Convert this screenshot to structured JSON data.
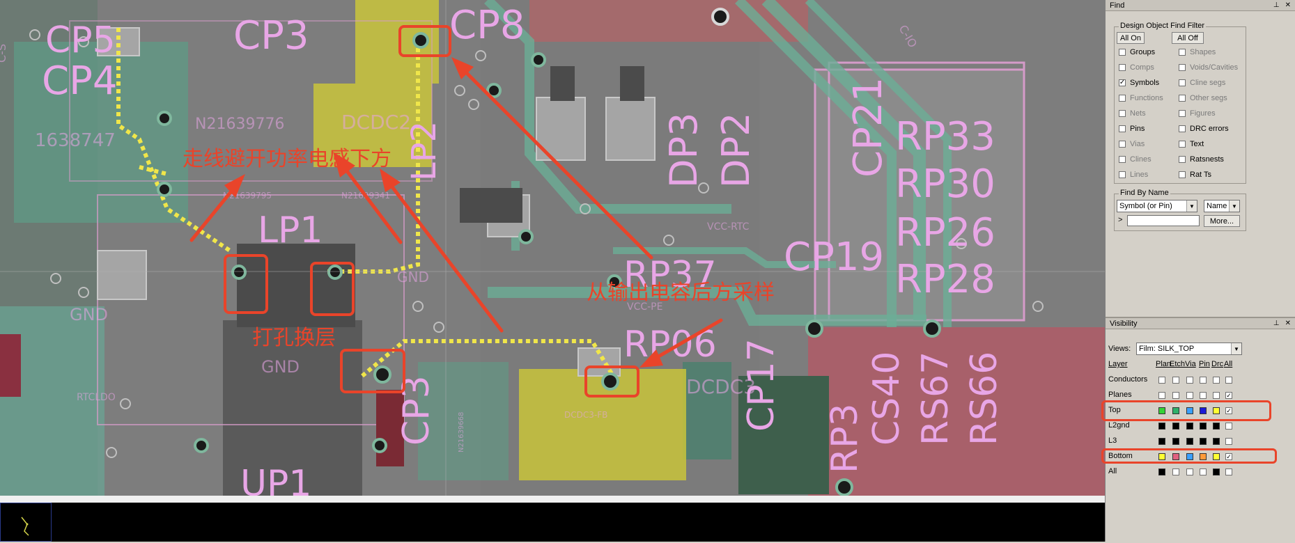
{
  "board": {
    "silkscreen": {
      "cp8": "CP8",
      "cp5": "CP5",
      "cp3": "CP3",
      "cp4": "CP4",
      "dp3": "DP3",
      "dp2": "DP2",
      "cp21": "CP21",
      "rp33": "RP33",
      "rp30": "RP30",
      "rp26": "RP26",
      "rp28": "RP28",
      "cp19": "CP19",
      "rp37": "RP37",
      "rp06": "RP06",
      "cp17": "CP17",
      "cs40": "CS40",
      "rs67": "RS67",
      "rs66": "RS66",
      "rp3": "RP3",
      "lp1": "LP1",
      "up1": "UP1",
      "cp3b": "CP3",
      "lp2": "LP2",
      "dcdc2": "DCDC2",
      "dcdc3": "DCDC3",
      "gnd": "GND",
      "gnd2": "GND",
      "gnd3": "GND",
      "n16": "1638747",
      "n21": "N21639776",
      "n21b": "N21639795",
      "n21c": "N21639341",
      "vccrtc": "VCC-RTC",
      "vccpe": "VCC-PE",
      "rtcldo": "RTCLDO",
      "cs": "C-S",
      "ci0": "C-IO",
      "n21d": "N21639668",
      "dcdcfb": "DCDC3-FB"
    },
    "annotations": {
      "avoid_inductor": "走线避开功率电感下方",
      "via_layer_change": "打孔换层",
      "sample_after_cap": "从输出电容后方采样"
    },
    "colors": {
      "annotation": "#e9442a",
      "silkscreen": "#e8a6e6",
      "copper_top": "#7fb79d",
      "copper_bottom": "#c46a7a",
      "plane_yellow": "#c9c43b"
    }
  },
  "find_panel": {
    "title": "Find",
    "filter_title": "Design Object Find Filter",
    "all_on": "All On",
    "all_off": "All Off",
    "left_items": [
      {
        "label": "Groups",
        "checked": false,
        "enabled": true
      },
      {
        "label": "Comps",
        "checked": false,
        "enabled": false
      },
      {
        "label": "Symbols",
        "checked": true,
        "enabled": true
      },
      {
        "label": "Functions",
        "checked": false,
        "enabled": false
      },
      {
        "label": "Nets",
        "checked": false,
        "enabled": false
      },
      {
        "label": "Pins",
        "checked": false,
        "enabled": true
      },
      {
        "label": "Vias",
        "checked": false,
        "enabled": false
      },
      {
        "label": "Clines",
        "checked": false,
        "enabled": false
      },
      {
        "label": "Lines",
        "checked": false,
        "enabled": false
      }
    ],
    "right_items": [
      {
        "label": "Shapes",
        "checked": false,
        "enabled": false
      },
      {
        "label": "Voids/Cavities",
        "checked": false,
        "enabled": false
      },
      {
        "label": "Cline segs",
        "checked": false,
        "enabled": false
      },
      {
        "label": "Other segs",
        "checked": false,
        "enabled": false
      },
      {
        "label": "Figures",
        "checked": false,
        "enabled": false
      },
      {
        "label": "DRC errors",
        "checked": false,
        "enabled": true
      },
      {
        "label": "Text",
        "checked": false,
        "enabled": true
      },
      {
        "label": "Ratsnests",
        "checked": false,
        "enabled": true
      },
      {
        "label": "Rat Ts",
        "checked": false,
        "enabled": true
      }
    ],
    "find_by_name_title": "Find By Name",
    "type_select": "Symbol (or Pin)",
    "name_select": "Name",
    "more_button": "More...",
    "arrow": ">",
    "name_value": ""
  },
  "visibility_panel": {
    "title": "Visibility",
    "views_label": "Views:",
    "views_value": "Film: SILK_TOP",
    "headers": [
      "Layer",
      "Plan",
      "Etch",
      "Via",
      "Pin",
      "Drc",
      "All"
    ],
    "rows": [
      {
        "name": "Conductors",
        "checked_all": false
      },
      {
        "name": "Planes",
        "checked_all": true
      },
      {
        "name": "Top",
        "checked_all": true,
        "swatches": [
          "#35d335",
          "#2fb06a",
          "#3aa0ff",
          "#1a1ad6",
          "#ffff33"
        ]
      },
      {
        "name": "L2gnd",
        "checked_all": false,
        "swatches": [
          "#000000",
          "#000000",
          "#000000",
          "#000000",
          "#000000"
        ]
      },
      {
        "name": "L3",
        "checked_all": false,
        "swatches": [
          "#000000",
          "#000000",
          "#000000",
          "#000000",
          "#000000"
        ]
      },
      {
        "name": "Bottom",
        "checked_all": true,
        "swatches": [
          "#ffff33",
          "#e06080",
          "#3aa0ff",
          "#ff9a3a",
          "#ffff33"
        ]
      },
      {
        "name": "All",
        "checked_all": false,
        "swatches": [
          "#000000",
          "",
          "",
          "",
          "#000000"
        ]
      }
    ]
  }
}
